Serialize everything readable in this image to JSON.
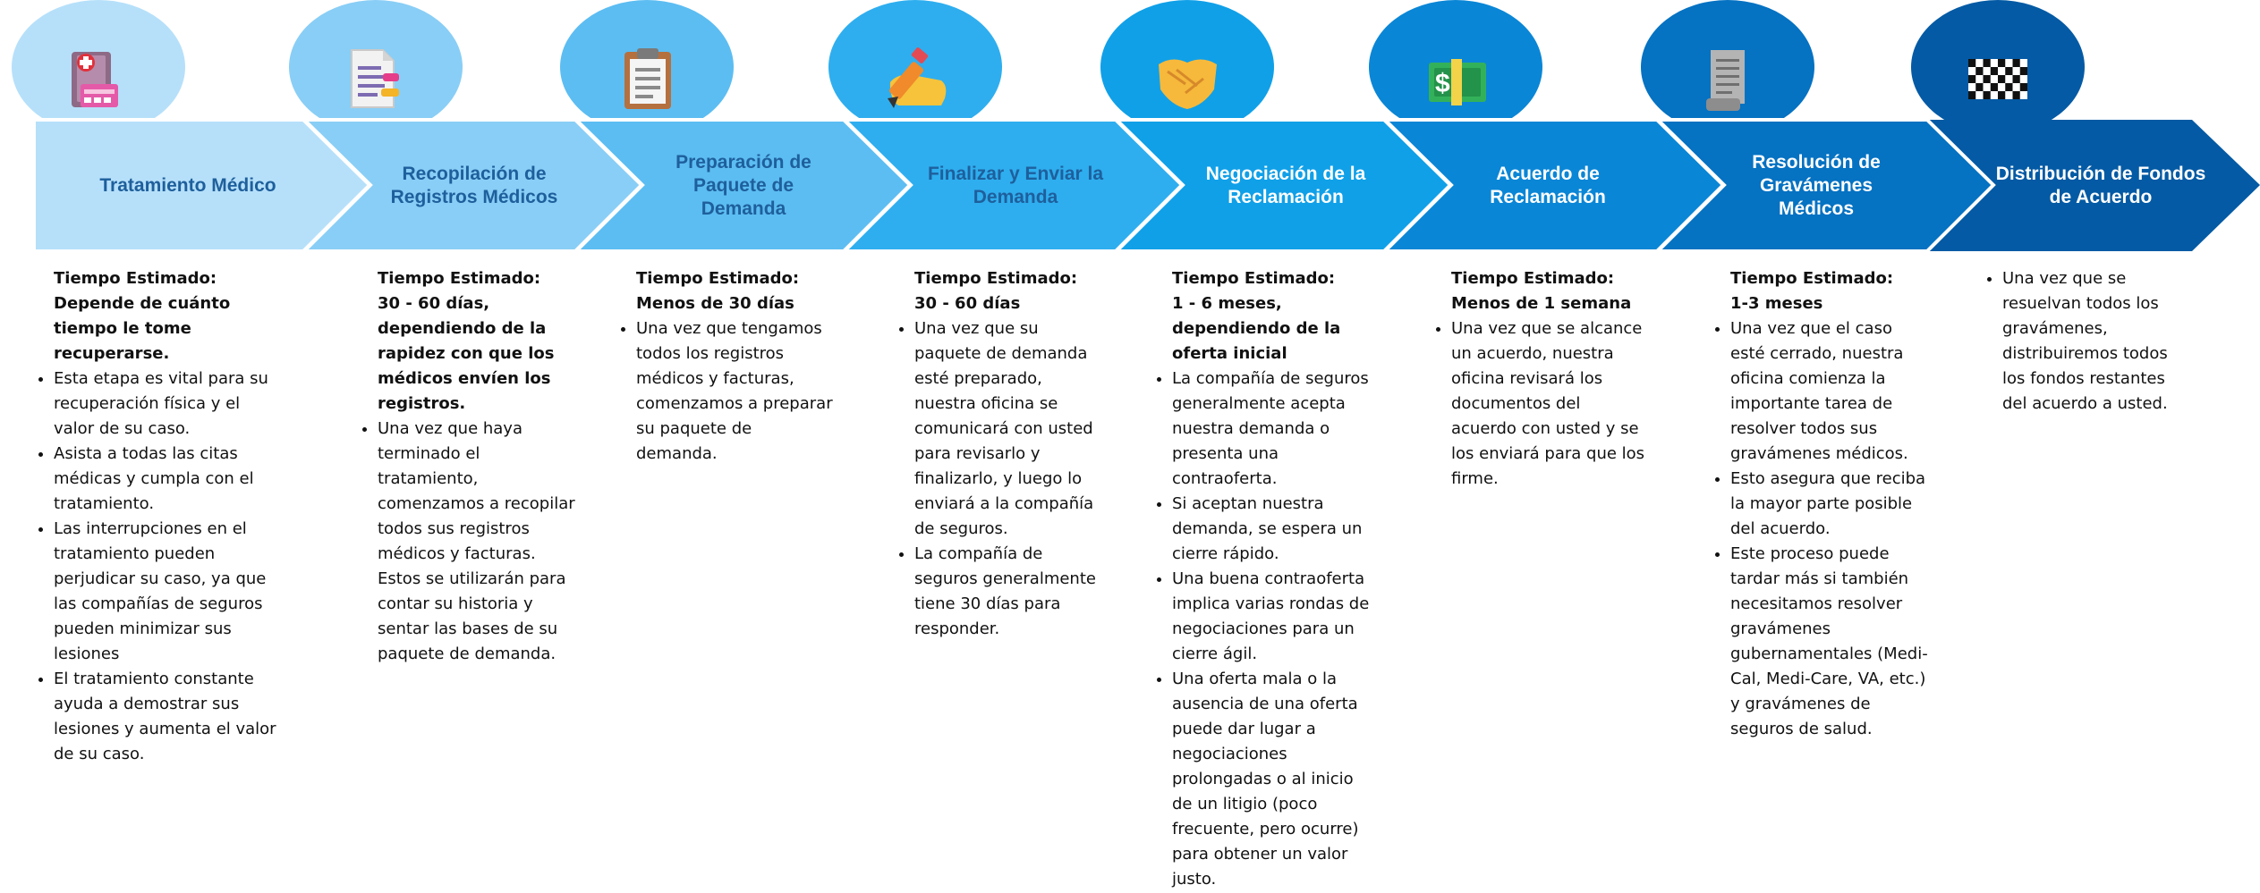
{
  "colors": {
    "stage1": "#b6e0fa",
    "stage2": "#89cef6",
    "stage3": "#5cbdf2",
    "stage4": "#2eaeef",
    "stage5": "#10a0e8",
    "stage6": "#0a86d6",
    "stage7": "#0572c2",
    "stage8": "#045aa4",
    "title_dark": "#1e5f9c",
    "title_light": "#ffffff"
  },
  "stages": [
    {
      "icon": "medical-record-icon",
      "title": "Tratamiento Médico",
      "time_label": "Tiempo Estimado:",
      "time_value": "Depende de cuánto tiempo le tome recuperarse.",
      "bullets": [
        "Esta etapa es vital para su recuperación física y el valor de su caso.",
        "Asista a todas las citas médicas y cumpla con el tratamiento.",
        "Las interrupciones en el tratamiento pueden perjudicar su caso, ya que las compañías de seguros pueden minimizar sus lesiones",
        "El tratamiento constante ayuda a demostrar sus lesiones y aumenta el valor de su caso."
      ]
    },
    {
      "icon": "document-icon",
      "title": "Recopilación de Registros Médicos",
      "time_label": "Tiempo Estimado:",
      "time_value": "30 - 60 días, dependiendo de la rapidez con que los médicos envíen los registros.",
      "bullets": [
        "Una vez que haya terminado el tratamiento, comenzamos a recopilar todos sus registros médicos y facturas. Estos se utilizarán para contar su historia y sentar las bases de su paquete de demanda."
      ]
    },
    {
      "icon": "clipboard-icon",
      "title": "Preparación de Paquete de Demanda",
      "time_label": "Tiempo Estimado:",
      "time_value": "Menos de 30 días",
      "bullets": [
        "Una vez que tengamos todos los registros médicos y facturas, comenzamos a preparar su paquete de demanda."
      ]
    },
    {
      "icon": "pencil-hand-icon",
      "title": "Finalizar y Enviar la Demanda",
      "time_label": "Tiempo Estimado:",
      "time_value": "30 - 60 días",
      "bullets": [
        "Una vez que su paquete de demanda esté preparado, nuestra oficina se comunicará con usted para revisarlo y finalizarlo, y luego lo enviará a la compañía de seguros.",
        "La compañía de seguros generalmente tiene 30 días para responder."
      ]
    },
    {
      "icon": "handshake-icon",
      "title": "Negociación de la Reclamación",
      "time_label": "Tiempo Estimado:",
      "time_value": "1 - 6 meses, dependiendo de la oferta inicial",
      "bullets": [
        "La compañía de seguros generalmente acepta nuestra demanda o presenta una contraoferta.",
        "Si aceptan nuestra demanda, se espera un cierre rápido.",
        "Una buena contraoferta implica varias rondas de negociaciones para un cierre ágil.",
        "Una oferta mala o la ausencia de una oferta puede dar lugar a negociaciones prolongadas o al inicio de un litigio (poco frecuente, pero ocurre) para obtener un valor justo."
      ]
    },
    {
      "icon": "money-icon",
      "title": "Acuerdo de Reclamación",
      "time_label": "Tiempo Estimado:",
      "time_value": "Menos de 1 semana",
      "bullets": [
        "Una vez que se alcance un acuerdo, nuestra oficina revisará los documentos del acuerdo con usted y se los enviará para que los firme."
      ]
    },
    {
      "icon": "receipt-icon",
      "title": "Resolución de Gravámenes Médicos",
      "time_label": "Tiempo Estimado:",
      "time_value": "1-3 meses",
      "bullets": [
        "Una vez que el caso esté cerrado, nuestra oficina comienza la importante tarea de resolver todos sus gravámenes médicos.",
        "Esto asegura que reciba la mayor parte posible del acuerdo.",
        "Este proceso puede tardar más si también necesitamos resolver gravámenes gubernamentales (Medi-Cal, Medi-Care, VA, etc.) y gravámenes de seguros de salud."
      ]
    },
    {
      "icon": "checkered-flag-icon",
      "title": "Distribución de Fondos de Acuerdo",
      "time_label": "",
      "time_value": "",
      "bullets": [
        "Una vez que se resuelvan todos los gravámenes, distribuiremos todos los fondos restantes del acuerdo a usted."
      ]
    }
  ]
}
